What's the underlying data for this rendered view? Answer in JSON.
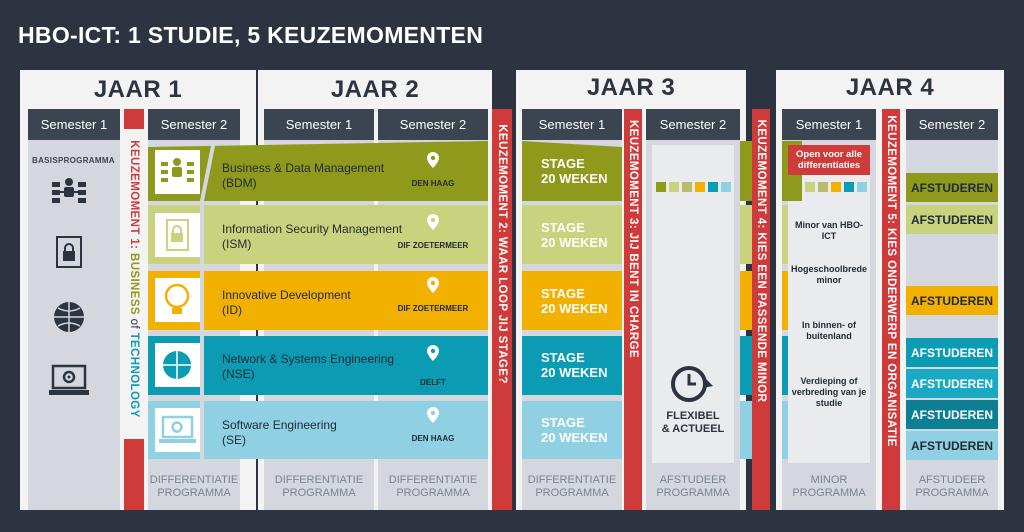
{
  "title": "HBO-ICT: 1 STUDIE, 5 KEUZEMOMENTEN",
  "years": [
    "JAAR 1",
    "JAAR 2",
    "JAAR 3",
    "JAAR 4"
  ],
  "semesters": {
    "s1": "Semester 1",
    "s2": "Semester 2"
  },
  "basis": "BASISPROGRAMMA",
  "programs": [
    {
      "name": "Business & Data Management",
      "abbr": "(BDM)",
      "city": "DEN HAAG"
    },
    {
      "name": "Information Security Management",
      "abbr": "(ISM)",
      "city": "DIF ZOETERMEER"
    },
    {
      "name": "Innovative Development",
      "abbr": "(ID)",
      "city": "DIF ZOETERMEER"
    },
    {
      "name": "Network & Systems Engineering",
      "abbr": "(NSE)",
      "city": "DELFT"
    },
    {
      "name": "Software Engineering",
      "abbr": "(SE)",
      "city": "DEN HAAG"
    }
  ],
  "stage": {
    "l1": "STAGE",
    "l2": "20 WEKEN"
  },
  "flex": {
    "l1": "FLEXIBEL",
    "l2": "& ACTUEEL"
  },
  "minor": {
    "open": "Open voor alle differentiaties",
    "items": [
      "Minor van HBO-ICT",
      "Hogeschoolbrede minor",
      "In binnen- of buitenland",
      "Verdieping of verbreding van je studie"
    ]
  },
  "afstuderen": "AFSTUDEREN",
  "footers": {
    "diff": "DIFFERENTIATIE PROGRAMMA",
    "afst": "AFSTUDEER PROGRAMMA",
    "minor": "MINOR PROGRAMMA"
  },
  "keuzemomenten": {
    "k1a": "KEUZEMOMENT 1: ",
    "k1b": "BUSINESS",
    "k1c": " of ",
    "k1d": "TECHNOLOGY",
    "k2": "KEUZEMOMENT 2: WAAR LOOP JIJ STAGE?",
    "k3": "KEUZEMOMENT 3: JIJ BENT IN CHARGE",
    "k4": "KEUZEMOMENT 4: KIES EEN PASSENDE MINOR",
    "k5": "KEUZEMOMENT 5: KIES ONDERWERP EN ORGANISATIE"
  },
  "colors": {
    "bdm": "#8f9a1d",
    "ism": "#c9d27c",
    "id": "#f2b000",
    "nse": "#0b9bb3",
    "se": "#8fd0e2",
    "red": "#cf3a3a",
    "dark": "#3b4552",
    "bg": "#2b3440"
  },
  "icons": [
    "org-chart-icon",
    "lock-icon",
    "globe-icon",
    "laptop-gear-icon"
  ]
}
